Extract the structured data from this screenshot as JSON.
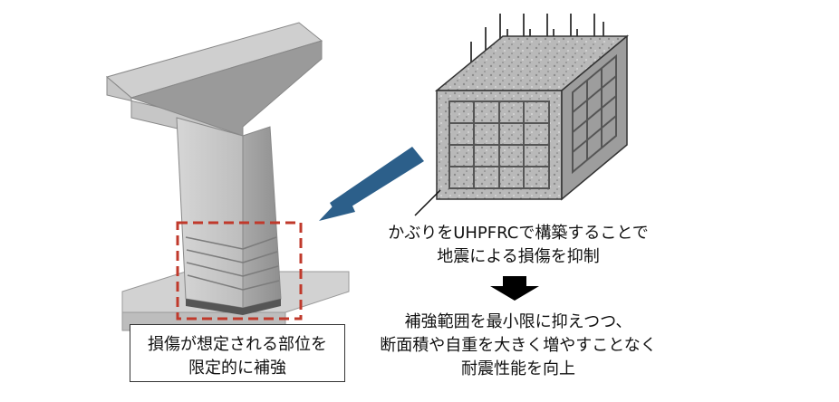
{
  "left_caption": {
    "line1": "損傷が想定される部位を",
    "line2": "限定的に補強"
  },
  "cover_note": {
    "line1": "かぶりをUHPFRCで構築することで",
    "line2": "地震による損傷を抑制"
  },
  "result_note": {
    "line1": "補強範囲を最小限に抑えつつ、",
    "line2": "断面積や自重を大きく増やすことなく",
    "line3": "耐震性能を向上"
  },
  "colors": {
    "highlight_box": "#c0392b",
    "arrow": "#2c5f8a",
    "pier": "#c8c8c8",
    "down_arrow": "#000000"
  }
}
